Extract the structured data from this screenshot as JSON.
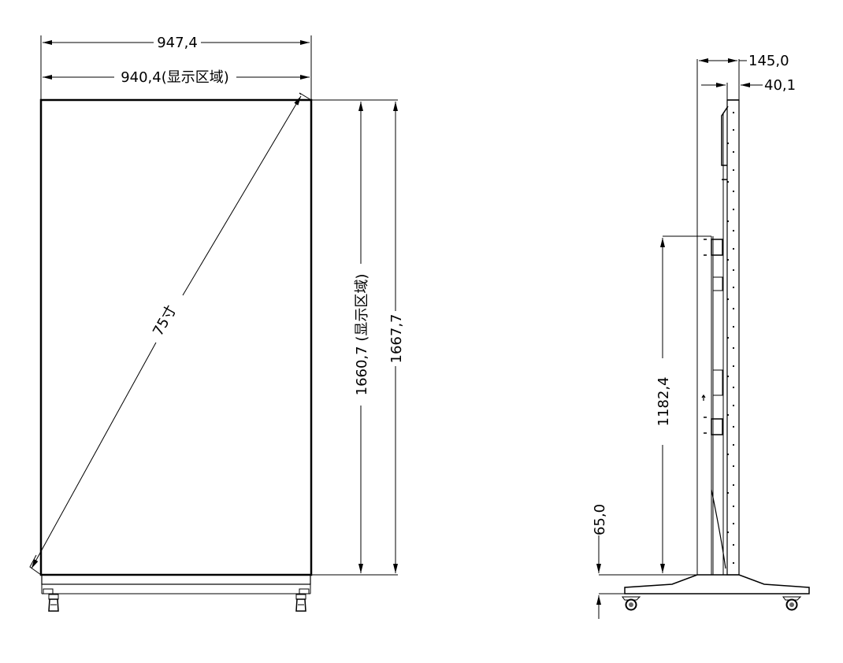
{
  "front_view": {
    "overall_width": "947,4",
    "display_width": "940,4(显示区域)",
    "diagonal": "75寸",
    "display_height": "1660,7 (显示区域)",
    "overall_height": "1667,7"
  },
  "side_view": {
    "overall_depth": "145,0",
    "panel_depth": "40,1",
    "mount_height": "1182,4",
    "ground_clearance": "65,0"
  },
  "colors": {
    "line": "#000000",
    "background": "#ffffff"
  }
}
